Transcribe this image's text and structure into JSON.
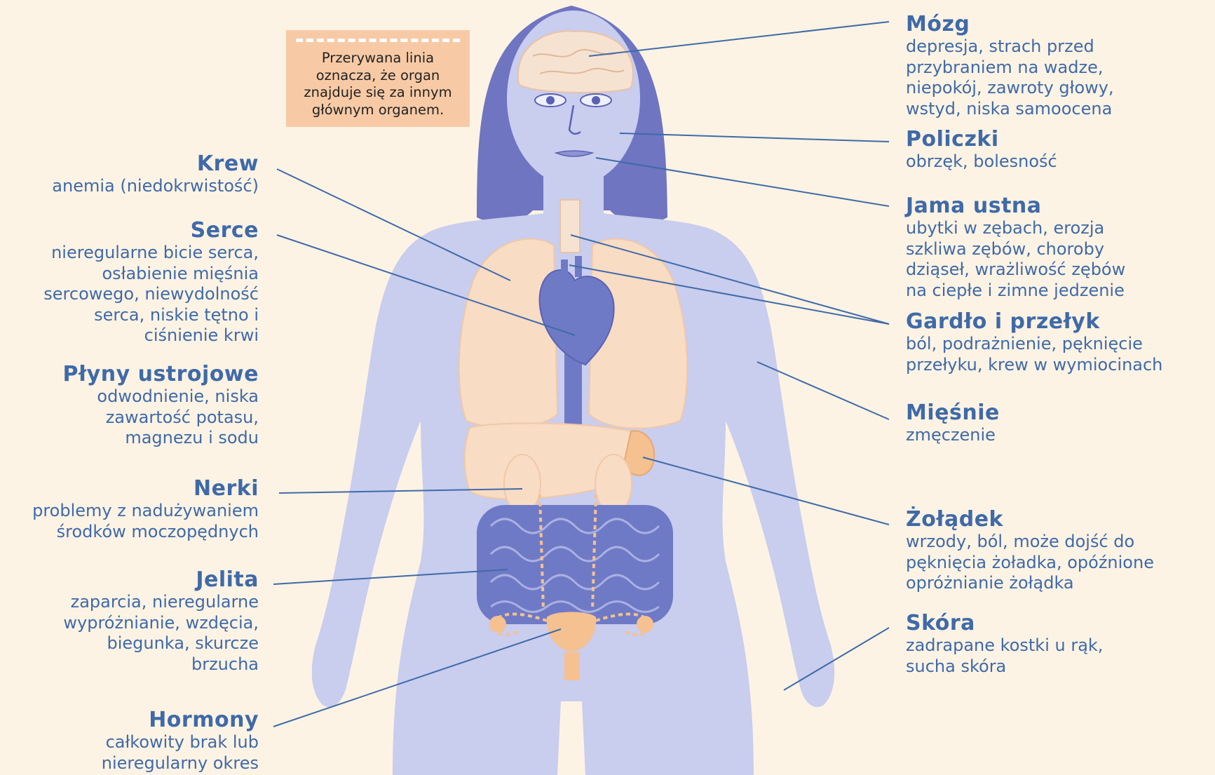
{
  "note": {
    "text": "Przerywana linia\noznacza, że organ\nznajduje się za innym\ngłównym organem."
  },
  "colors": {
    "background": "#fdf3e4",
    "body": "#c9cdee",
    "hair": "#6f75c1",
    "organs_blue": "#6f7ac6",
    "organs_peach": "#f9dcc4",
    "label_text": "#3f6aa8",
    "callout_line": "#3f6aa8",
    "note_bg": "#f7caa5"
  },
  "left_labels": [
    {
      "title": "Krew",
      "desc": "anemia (niedokrwistość)"
    },
    {
      "title": "Serce",
      "desc": "nieregularne bicie serca,\nosłabienie mięśnia\nsercowego, niewydolność\nserca, niskie tętno i\nciśnienie krwi"
    },
    {
      "title": "Płyny ustrojowe",
      "desc": "odwodnienie, niska\nzawartość potasu,\nmagnezu i sodu"
    },
    {
      "title": "Nerki",
      "desc": "problemy z nadużywaniem\nśrodków moczopędnych"
    },
    {
      "title": "Jelita",
      "desc": "zaparcia, nieregularne\nwypróżnianie, wzdęcia,\nbiegunka, skurcze\nbrzucha"
    },
    {
      "title": "Hormony",
      "desc": "całkowity brak lub\nnieregularny okres"
    }
  ],
  "right_labels": [
    {
      "title": "Mózg",
      "desc": "depresja, strach przed\nprzybraniem na wadze,\nniepokój, zawroty głowy,\nwstyd, niska samoocena"
    },
    {
      "title": "Policzki",
      "desc": "obrzęk, bolesność"
    },
    {
      "title": "Jama ustna",
      "desc": "ubytki w zębach, erozja\nszkliwa zębów, choroby\ndziąseł, wrażliwość zębów\nna ciepłe i zimne jedzenie"
    },
    {
      "title": "Gardło i przełyk",
      "desc": "ból, podrażnienie, pęknięcie\nprzełyku, krew w wymiocinach"
    },
    {
      "title": "Mięśnie",
      "desc": "zmęczenie"
    },
    {
      "title": "Żołądek",
      "desc": "wrzody, ból, może dojść do\npęknięcia żoładka, opóźnione\nopróżnianie żołądka"
    },
    {
      "title": "Skóra",
      "desc": "zadrapane kostki u rąk,\nsucha skóra"
    }
  ]
}
